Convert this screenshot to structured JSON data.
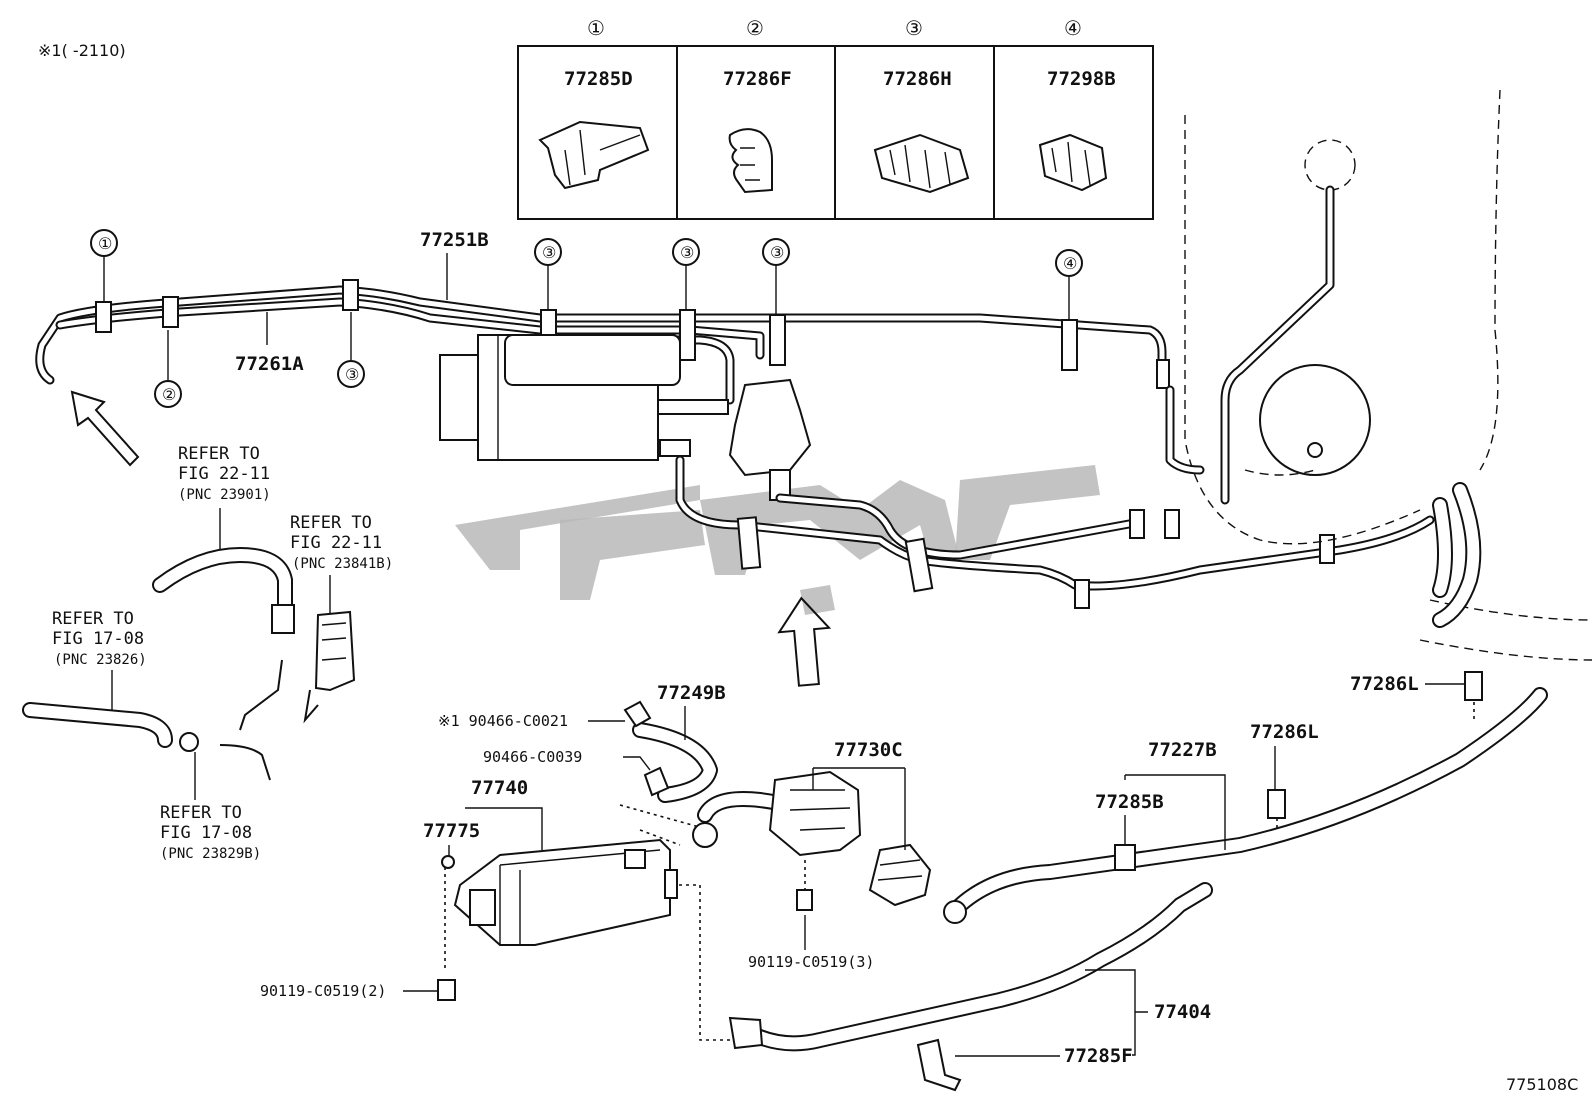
{
  "note": "※1(    -2110)",
  "figure_code": "775108C",
  "clip_table": [
    {
      "index": "①",
      "part": "77285D"
    },
    {
      "index": "②",
      "part": "77286F"
    },
    {
      "index": "③",
      "part": "77286H"
    },
    {
      "index": "④",
      "part": "77298B"
    }
  ],
  "callouts": {
    "c1": "①",
    "c2": "②",
    "c3": "③",
    "c4": "④"
  },
  "parts": {
    "p77251B": "77251B",
    "p77261A": "77261A",
    "p77249B": "77249B",
    "p77730C": "77730C",
    "p77740": "77740",
    "p77775": "77775",
    "p77227B": "77227B",
    "p77285B": "77285B",
    "p77286L_1": "77286L",
    "p77286L_2": "77286L",
    "p77404": "77404",
    "p77285F": "77285F",
    "p90466_C0021": "※1 90466-C0021",
    "p90466_C0039": "90466-C0039",
    "p90119_C0519_2": "90119-C0519(2)",
    "p90119_C0519_3": "90119-C0519(3)"
  },
  "references": [
    {
      "line1": "REFER TO",
      "line2": "FIG 22-11",
      "line3": "(PNC 23901)"
    },
    {
      "line1": "REFER TO",
      "line2": "FIG 22-11",
      "line3": "(PNC 23841B)"
    },
    {
      "line1": "REFER TO",
      "line2": "FIG 17-08",
      "line3": "(PNC 23826)"
    },
    {
      "line1": "REFER TO",
      "line2": "FIG 17-08",
      "line3": "(PNC 23829B)"
    }
  ]
}
